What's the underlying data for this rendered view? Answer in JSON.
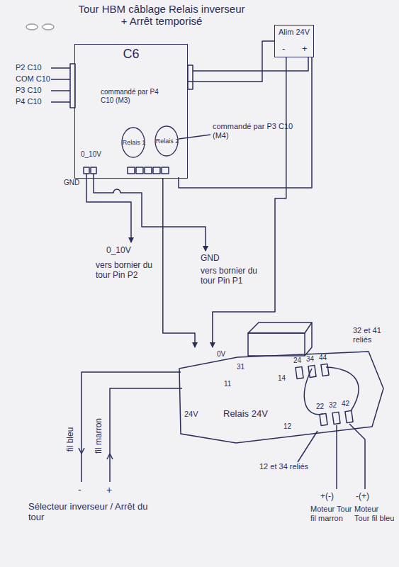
{
  "diagram": {
    "title": "Tour HBM câblage Relais inverseur + Arrêt temporisé",
    "nodes": [
      {
        "text": [
          "C6"
        ]
      },
      {
        "text": [
          "Relais 1"
        ],
        "in": 0
      },
      {
        "text": [
          "Relais 2"
        ],
        "in": 0
      },
      {
        "text": [
          "Alim 24V"
        ]
      },
      {
        "text": [
          "Relais 24V"
        ]
      }
    ],
    "edges": [
      {
        "from": 0,
        "to": 3,
        "arrow": "none"
      },
      {
        "from": 3,
        "to": 4,
        "arrow": "to"
      },
      {
        "from": 0,
        "to": 4,
        "arrow": "to"
      }
    ],
    "labels": [
      "P2 C10",
      "COM C10",
      "P3 C10",
      "P4 C10",
      "commandé par P4 C10 (M3)",
      "0_10V",
      "commandé par P3 C10 (M4)",
      "-",
      "+",
      "GND",
      "0_10V",
      "vers bornier du tour Pin P2",
      "GND",
      "vers bornier du tour Pin P1",
      "0V",
      "31",
      "11",
      "24V",
      "14",
      "24",
      "34",
      "44",
      "22",
      "32",
      "42",
      "12",
      "32 et 41 reliés",
      "12 et 34 reliés",
      "+(-)",
      "-(+)",
      "Moteur Tour fil marron",
      "Moteur Tour fil bleu",
      "fil bleu",
      "fil marron",
      "-",
      "+",
      "Sélecteur inverseur / Arrêt du tour"
    ]
  }
}
